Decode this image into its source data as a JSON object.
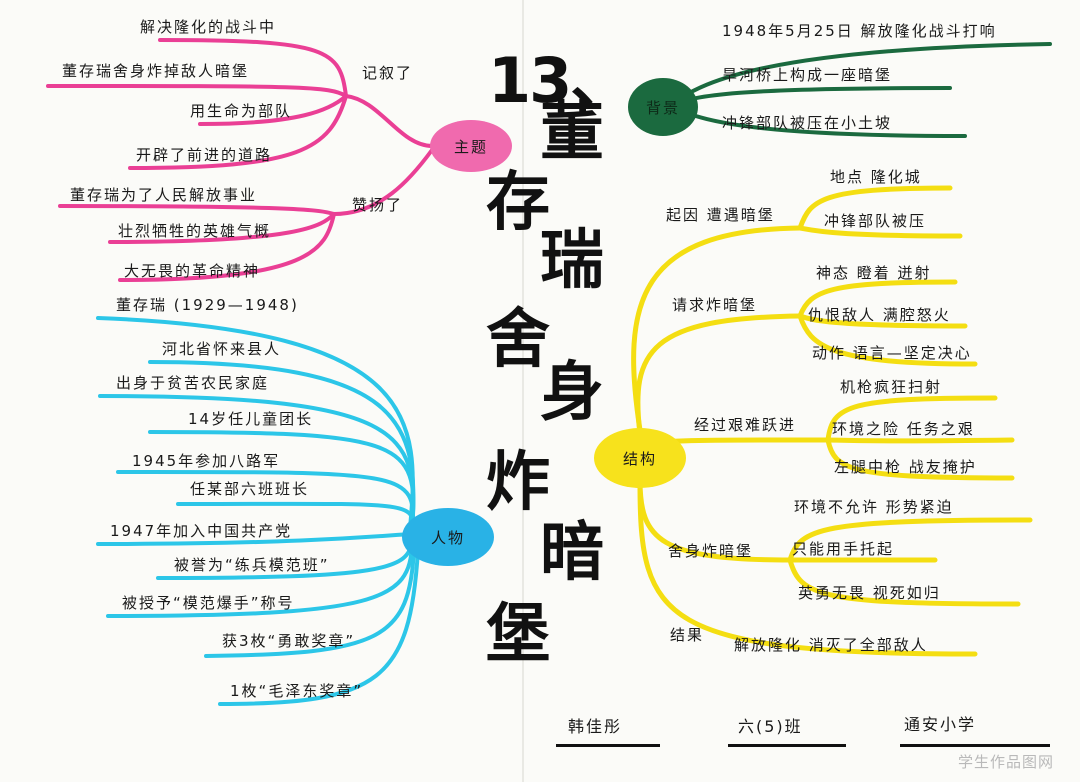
{
  "title": {
    "number": "13、",
    "chars": [
      "董",
      "存",
      "瑞",
      "舍",
      "身",
      "炸",
      "暗",
      "堡"
    ]
  },
  "colors": {
    "pink": "#ea3f95",
    "green": "#1b6a3f",
    "yellow": "#f4de12",
    "cyan": "#2cc6e8",
    "pink_node": "#f06aae",
    "yellow_node": "#f7e21c",
    "cyan_node": "#29b2e6"
  },
  "nodes": {
    "theme": "主题",
    "background": "背景",
    "structure": "结构",
    "person": "人物"
  },
  "theme": {
    "group1_label": "记叙了",
    "group1": [
      "解决隆化的战斗中",
      "董存瑞舍身炸掉敌人暗堡",
      "用生命为部队",
      "开辟了前进的道路"
    ],
    "group2_label": "赞扬了",
    "group2": [
      "董存瑞为了人民解放事业",
      "壮烈牺牲的英雄气概",
      "大无畏的革命精神"
    ]
  },
  "background": [
    "1948年5月25日  解放隆化战斗打响",
    "旱河桥上构成一座暗堡",
    "冲锋部队被压在小土坡"
  ],
  "structure": {
    "sections": [
      {
        "label": "起因  遭遇暗堡",
        "items": [
          "地点  隆化城",
          "冲锋部队被压"
        ]
      },
      {
        "label": "请求炸暗堡",
        "items": [
          "神态  瞪着  迸射",
          "仇恨敌人  满腔怒火",
          "动作  语言—坚定决心"
        ]
      },
      {
        "label": "经过艰难跃进",
        "items": [
          "机枪疯狂扫射",
          "环境之险  任务之艰",
          "左腿中枪  战友掩护"
        ]
      },
      {
        "label": "舍身炸暗堡",
        "items": [
          "环境不允许  形势紧迫",
          "只能用手托起",
          "英勇无畏  视死如归"
        ]
      },
      {
        "label": "结果",
        "items": [
          "解放隆化  消灭了全部敌人"
        ]
      }
    ]
  },
  "person": [
    "董存瑞  (1929—1948)",
    "河北省怀来县人",
    "出身于贫苦农民家庭",
    "14岁任儿童团长",
    "1945年参加八路军",
    "任某部六班班长",
    "1947年加入中国共产党",
    "被誉为“练兵模范班”",
    "被授予“模范爆手”称号",
    "获3枚“勇敢奖章”",
    "1枚“毛泽东奖章”"
  ],
  "footer": {
    "name": "韩佳彤",
    "class": "六(5)班",
    "school": "通安小学"
  },
  "watermark": "学生作品图网"
}
